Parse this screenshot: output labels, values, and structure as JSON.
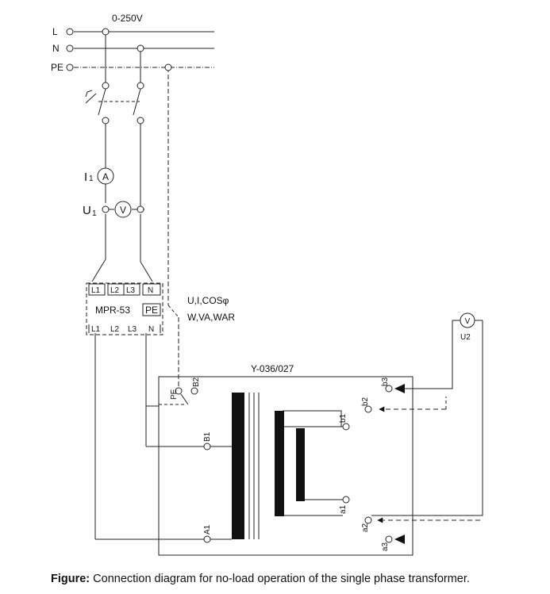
{
  "labels": {
    "voltage_range": "0-250V",
    "line_L": "L",
    "line_N": "N",
    "line_PE": "PE",
    "ammeter_var": "I",
    "ammeter_sub": "1",
    "ammeter_symbol": "A",
    "voltmeter_var": "U",
    "voltmeter_sub": "1",
    "voltmeter_symbol": "V",
    "meter_top_terminals": [
      "L1",
      "L2",
      "L3",
      "N"
    ],
    "meter_name": "MPR-53",
    "meter_pe": "PE",
    "meter_bottom_terminals": [
      "L1",
      "L2",
      "L3",
      "N"
    ],
    "meter_readings_1": "U,I,COSφ",
    "meter_readings_2": "W,VA,WAR",
    "u2_symbol": "V",
    "u2_label": "U2",
    "transformer_name": "Y-036/027",
    "pe_terminal": "PE",
    "primary_terminals": [
      "B2",
      "B1",
      "A1"
    ],
    "secondary_terminals": [
      "b3",
      "b2",
      "b1",
      "a1",
      "a2",
      "a3"
    ]
  },
  "caption": {
    "prefix": "Figure:",
    "text": "Connection diagram for no-load operation of the single phase transformer."
  }
}
